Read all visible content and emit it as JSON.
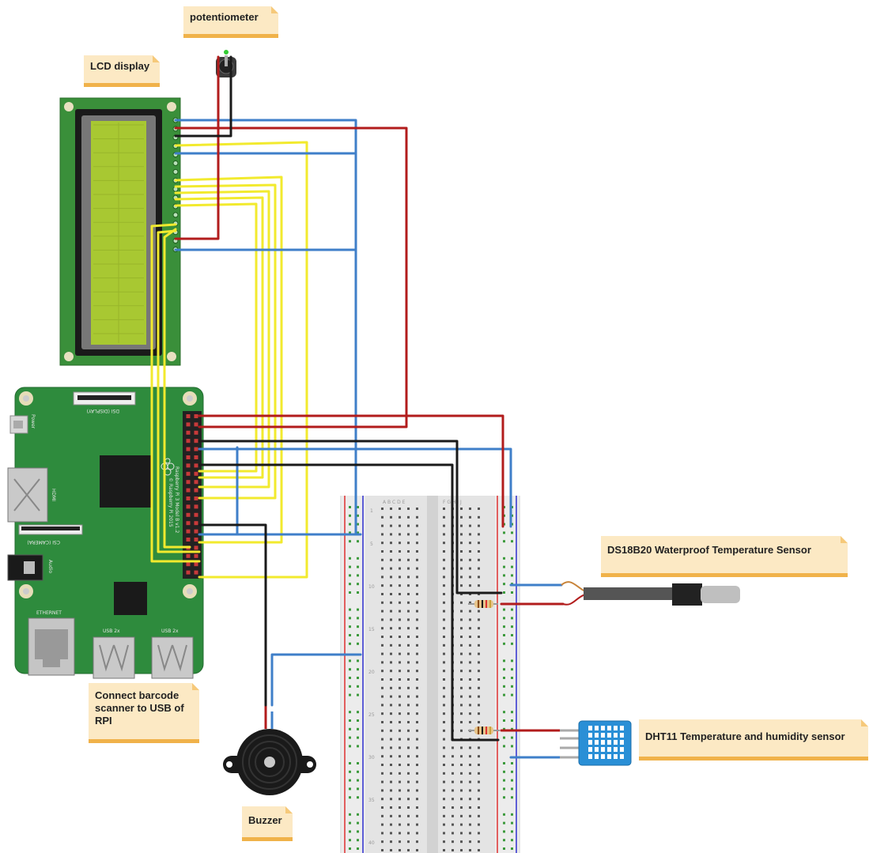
{
  "notes": {
    "potentiometer": "potentiometer",
    "lcd": "LCD display",
    "ds18b20": "DS18B20 Waterproof Temperature Sensor",
    "dht11": "DHT11 Temperature and humidity sensor",
    "barcode": "Connect barcode scanner to USB of RPI",
    "buzzer": "Buzzer"
  },
  "board_labels": {
    "power": "Power",
    "hdmi": "HDMI",
    "audio": "Audio",
    "ethernet": "ETHERNET",
    "usb1": "USB 2x",
    "usb2": "USB 2x",
    "display": "DSI (DISPLAY)",
    "camera": "CSI (CAMERA)",
    "model": "Raspberry Pi 3 Model B v1.2",
    "copyright": "© Raspberry Pi 2015"
  },
  "breadboard": {
    "row_numbers": [
      "1",
      "5",
      "10",
      "15",
      "20",
      "25",
      "30",
      "35",
      "40"
    ],
    "columns_left": "A B C D E",
    "columns_right": "F G H I J"
  },
  "colors": {
    "wire_blue": "#3f7fc9",
    "wire_red": "#b21c1c",
    "wire_black": "#1a1a1a",
    "wire_yellow": "#f2ea2e",
    "lcd_pcb": "#3a8f3a",
    "rpi_pcb": "#2e8b3d",
    "lcd_screen": "#a8c832",
    "dht11": "#2a8fd6",
    "note_fill": "#fce9c4",
    "note_border": "#f0b24a"
  }
}
